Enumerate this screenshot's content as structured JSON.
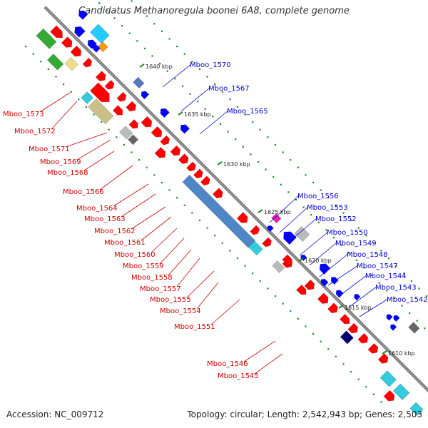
{
  "title": "Candidatus Methanoregula boonei 6A8, complete genome",
  "footer": {
    "accession": "Accession: NC_009712",
    "topology": "Topology: circular; Length: 2,542,943 bp; Genes: 2,503"
  },
  "colors": {
    "forward_label": "#cc0000",
    "reverse_label": "#0000cc",
    "backbone": "#888888",
    "tick_dots": "#228b22",
    "gene_red": "#ff0000",
    "gene_blue": "#0000ff",
    "gene_cyan": "#33ccdd",
    "gene_steel": "#4f86c6",
    "gene_olive": "#c8c088",
    "gene_gray": "#bbbbbb",
    "gene_green": "#33aa33",
    "gene_navy": "#00006e",
    "gene_magenta": "#ee22aa",
    "gene_orange": "#ff9900",
    "gene_yellow": "#eedd88"
  },
  "kbp_marks": [
    "1640 kbp",
    "1635 kbp",
    "1630 kbp",
    "1625 kbp",
    "1620 kbp",
    "1615 kbp",
    "1610 kbp"
  ],
  "forward_labels": [
    "Mboo_1573",
    "Mboo_1572",
    "Mboo_1571",
    "Mboo_1569",
    "Mboo_1568",
    "Mboo_1566",
    "Mboo_1564",
    "Mboo_1563",
    "Mboo_1562",
    "Mboo_1561",
    "Mboo_1560",
    "Mboo_1559",
    "Mboo_1558",
    "Mboo_1557",
    "Mboo_1555",
    "Mboo_1554",
    "Mboo_1551",
    "Mboo_1546",
    "Mboo_1545"
  ],
  "reverse_labels": [
    "Mboo_1570",
    "Mboo_1567",
    "Mboo_1565",
    "Mboo_1556",
    "Mboo_1553",
    "Mboo_1552",
    "Mboo_1550",
    "Mboo_1549",
    "Mboo_1548",
    "Mboo_1547",
    "Mboo_1544",
    "Mboo_1543",
    "Mboo_1542"
  ]
}
